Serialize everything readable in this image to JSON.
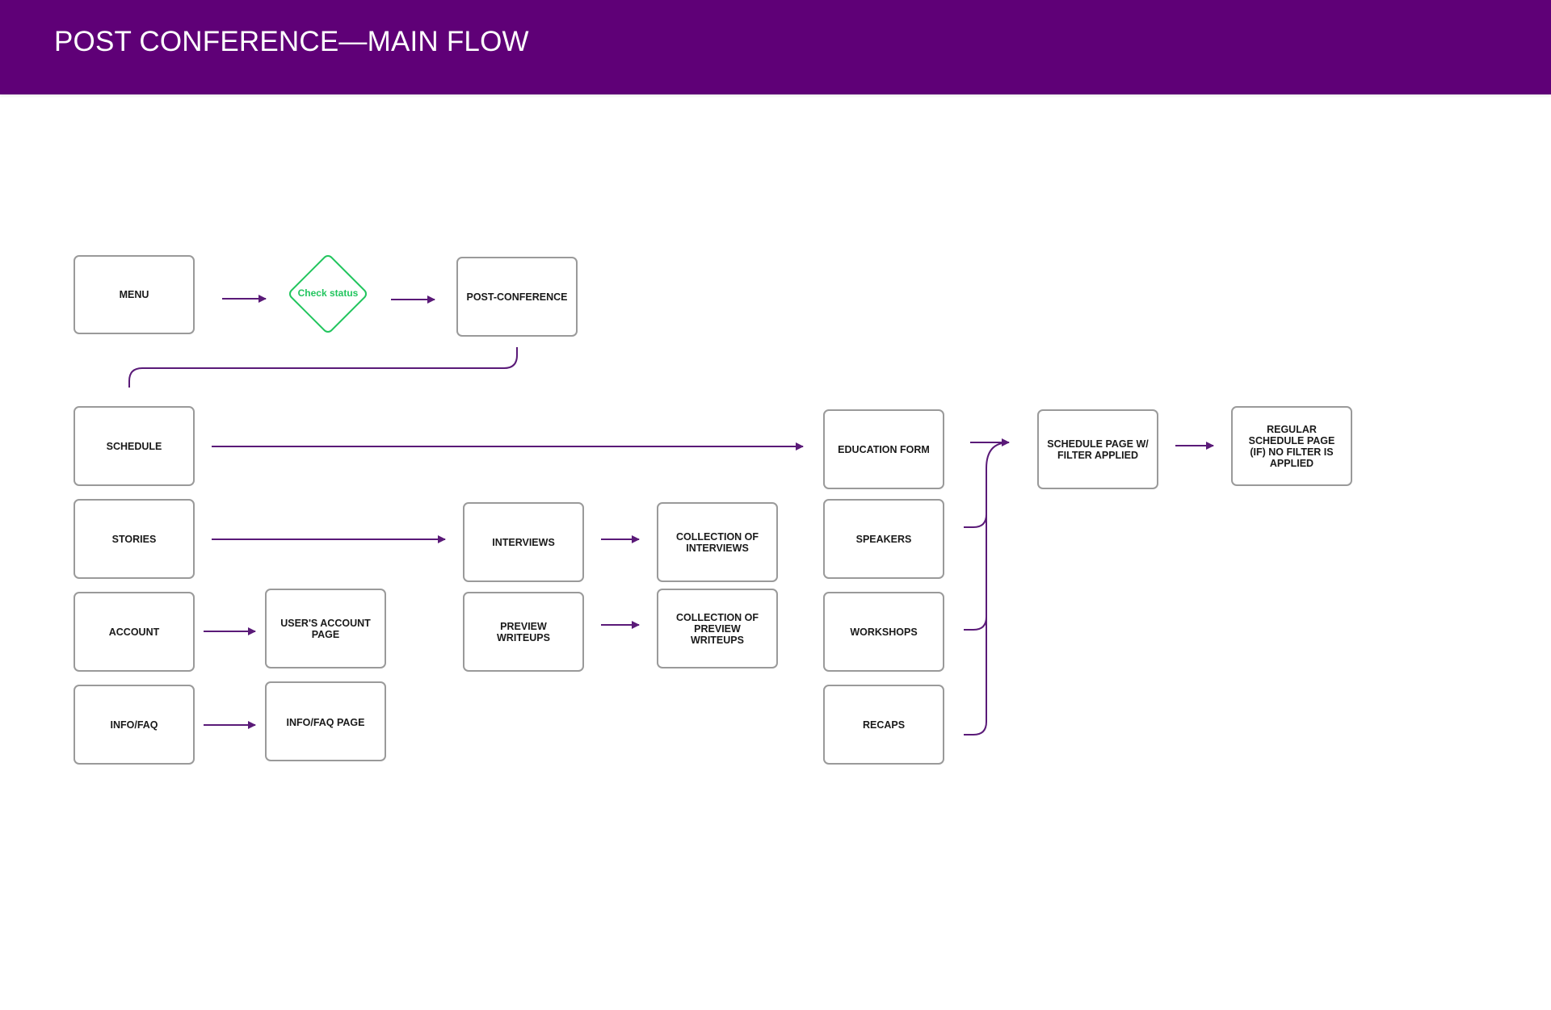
{
  "header": {
    "title": "POST CONFERENCE—MAIN FLOW"
  },
  "colors": {
    "header_bg": "#5f0077",
    "connector": "#5a1a78",
    "decision": "#22c55e",
    "node_border": "#9a9a9a"
  },
  "nodes": {
    "menu": "MENU",
    "check_status": "Check status",
    "post_conference": "POST-CONFERENCE",
    "schedule": "SCHEDULE",
    "stories": "STORIES",
    "account": "ACCOUNT",
    "info_faq": "INFO/FAQ",
    "users_account_page": "USER'S ACCOUNT PAGE",
    "info_faq_page": "INFO/FAQ PAGE",
    "interviews": "INTERVIEWS",
    "preview_writeups": "PREVIEW WRITEUPS",
    "collection_of_interviews": "COLLECTION OF INTERVIEWS",
    "collection_of_preview_writeups": "COLLECTION OF PREVIEW WRITEUPS",
    "education_form": "EDUCATION FORM",
    "speakers": "SPEAKERS",
    "workshops": "WORKSHOPS",
    "recaps": "RECAPS",
    "schedule_page_filter": "SCHEDULE PAGE W/ FILTER APPLIED",
    "regular_schedule_page": "REGULAR SCHEDULE PAGE (IF) NO FILTER IS APPLIED"
  }
}
